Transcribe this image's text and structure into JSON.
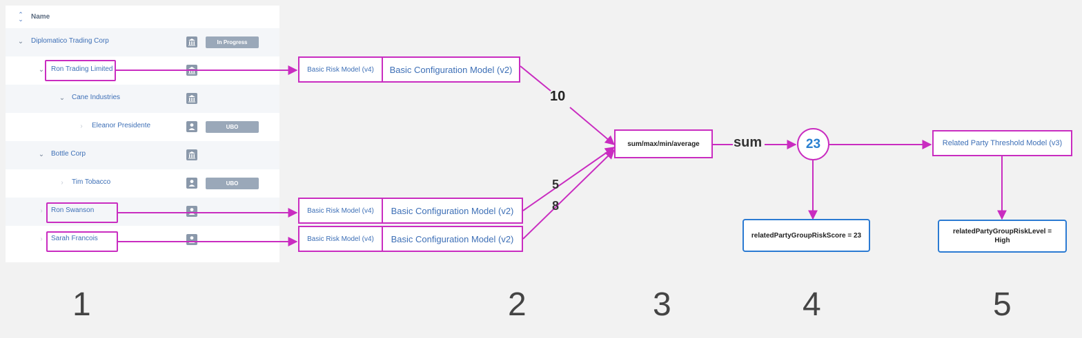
{
  "tree": {
    "header": {
      "name_label": "Name"
    },
    "rows": [
      {
        "label": "Diplomatico Trading Corp",
        "type": "organization-icon",
        "badge": "In Progress"
      },
      {
        "label": "Ron Trading Limited",
        "type": "organization-icon",
        "badge": ""
      },
      {
        "label": "Cane Industries",
        "type": "organization-icon",
        "badge": ""
      },
      {
        "label": "Eleanor Presidente",
        "type": "person-icon",
        "badge": "UBO"
      },
      {
        "label": "Bottle Corp",
        "type": "organization-icon",
        "badge": ""
      },
      {
        "label": "Tim Tobacco",
        "type": "person-icon",
        "badge": "UBO"
      },
      {
        "label": "Ron Swanson",
        "type": "person-icon",
        "badge": ""
      },
      {
        "label": "Sarah Francois",
        "type": "person-icon",
        "badge": ""
      }
    ]
  },
  "models": [
    {
      "risk_model": "Basic Risk Model (v4)",
      "config_model": "Basic Configuration Model (v2)",
      "score": "10"
    },
    {
      "risk_model": "Basic Risk Model (v4)",
      "config_model": "Basic Configuration Model (v2)",
      "score": "5"
    },
    {
      "risk_model": "Basic Risk Model (v4)",
      "config_model": "Basic Configuration Model (v2)",
      "score": "8"
    }
  ],
  "aggregation": {
    "label": "sum/max/min/average",
    "edge_label": "sum"
  },
  "score": {
    "value": "23",
    "result": "relatedPartyGroupRiskScore = 23"
  },
  "threshold": {
    "label": "Related Party Threshold Model (v3)",
    "result": "relatedPartyGroupRiskLevel = High"
  },
  "steps": [
    "1",
    "2",
    "3",
    "4",
    "5"
  ],
  "colors": {
    "highlight": "#c92cc0",
    "result_border": "#2a7ad2",
    "link": "#3d6fb6"
  }
}
